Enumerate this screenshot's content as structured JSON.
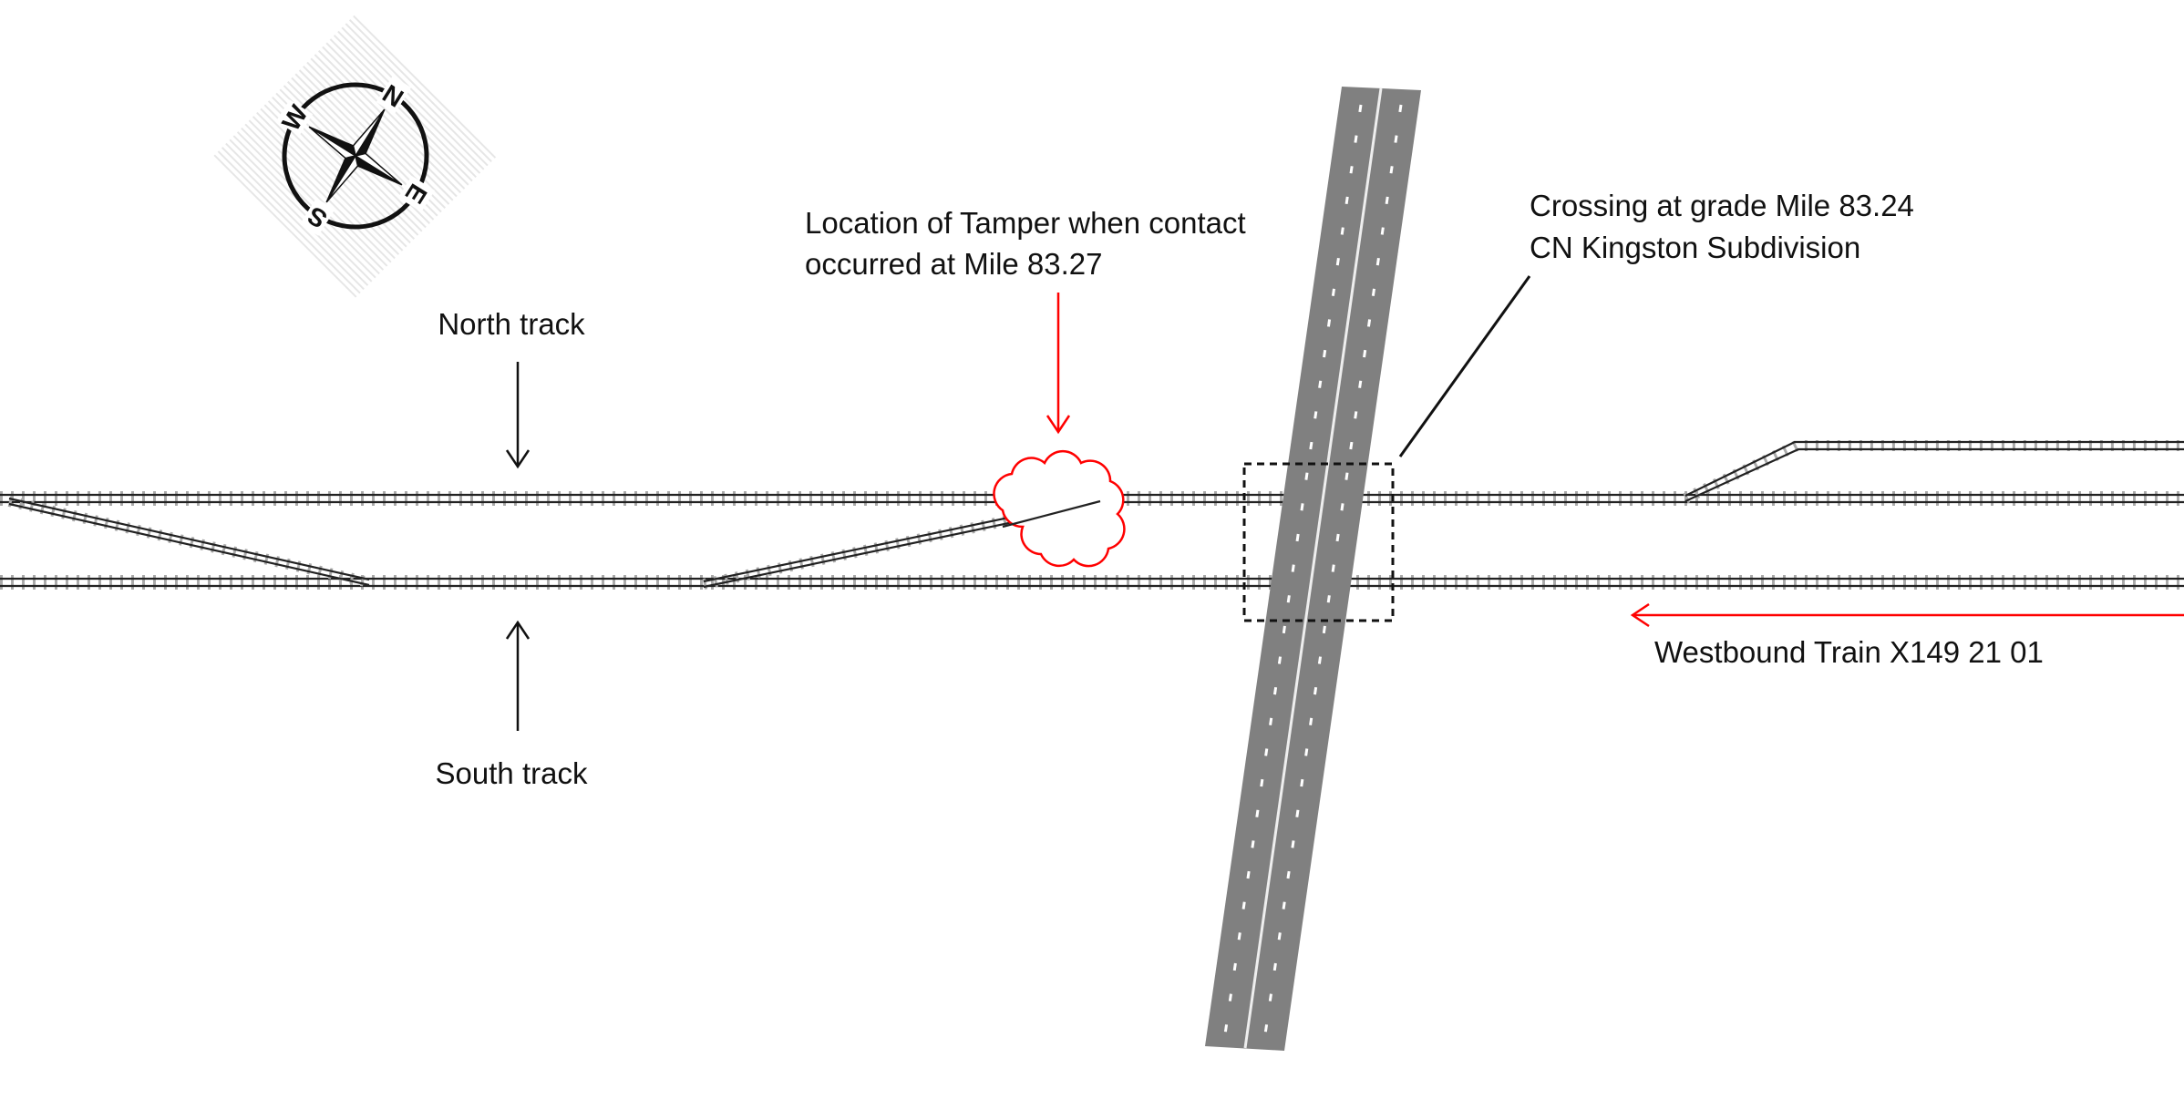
{
  "title": "Crossing diagram",
  "compass": {
    "n": "N",
    "e": "E",
    "s": "S",
    "w": "W"
  },
  "labels": {
    "north_track": "North track",
    "south_track": "South track",
    "tamper_line1": "Location of Tamper when contact",
    "tamper_line2": "occurred at Mile 83.27",
    "crossing_line1": "Crossing at grade Mile 83.24",
    "crossing_line2": "CN Kingston Subdivision",
    "train": "Westbound Train X149 21 01"
  },
  "colors": {
    "accent_red": "#ff0000",
    "road": "#808080",
    "rail": "#222222"
  }
}
